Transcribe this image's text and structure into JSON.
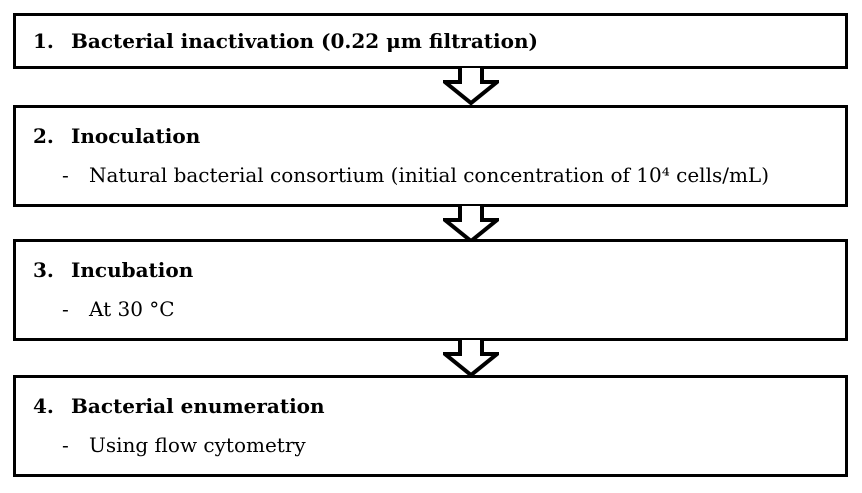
{
  "figure": {
    "background_color": "#ffffff",
    "line_color": "#000000",
    "arrow_fill": "#ffffff",
    "arrow_icon": "down-block-arrow",
    "steps": [
      {
        "number": "1.",
        "title": "Bacterial inactivation (0.22 μm filtration)",
        "details": []
      },
      {
        "number": "2.",
        "title": "Inoculation",
        "details": [
          {
            "bullet": "-",
            "text": "Natural bacterial consortium (initial concentration of 10⁴ cells/mL)"
          }
        ]
      },
      {
        "number": "3.",
        "title": "Incubation",
        "details": [
          {
            "bullet": "-",
            "text": "At 30 °C"
          }
        ]
      },
      {
        "number": "4.",
        "title": "Bacterial enumeration",
        "details": [
          {
            "bullet": "-",
            "text": "Using flow cytometry"
          }
        ]
      }
    ]
  }
}
